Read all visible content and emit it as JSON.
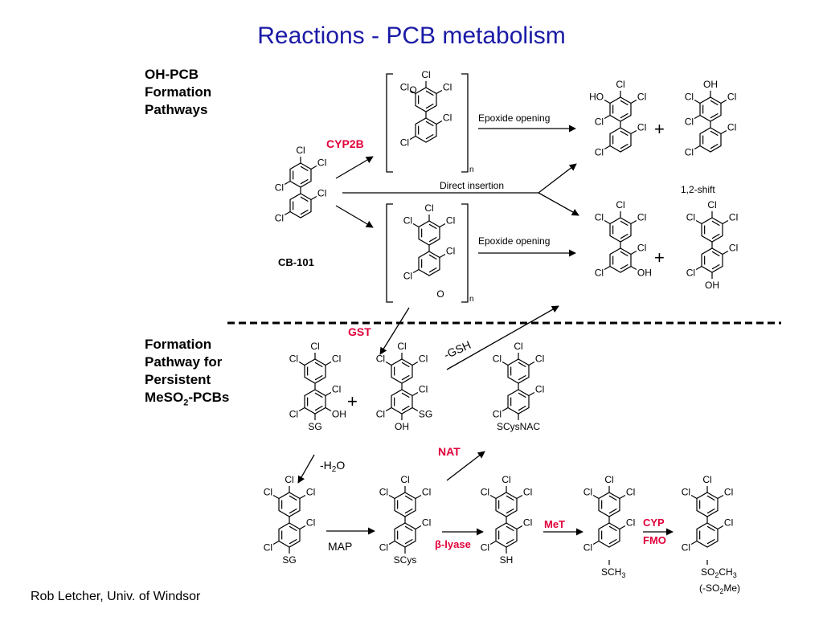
{
  "title": "Reactions - PCB metabolism",
  "sections": {
    "oh_pcb": [
      "OH-PCB",
      "Formation",
      "Pathways"
    ],
    "meso2": [
      "Formation",
      "Pathway for",
      "Persistent",
      "MeSO",
      "2",
      "-PCBs"
    ]
  },
  "credit": "Rob Letcher, Univ. of Windsor",
  "atoms": {
    "cl": "Cl",
    "o": "O",
    "ho": "HO",
    "oh": "OH",
    "sg": "SG",
    "sh": "SH",
    "scys": "SCys",
    "scysnac": "SCysNAC",
    "sch": "SCH",
    "three": "3",
    "so": "SO",
    "two": "2",
    "ch": "CH",
    "n": "n"
  },
  "labels": {
    "cb101": "CB-101",
    "epoxide_opening": "Epoxide opening",
    "direct_insertion": "Direct insertion",
    "shift": "1,2-shift",
    "gsh": "-GSH",
    "h2o_pre": "-H",
    "h2o_sub": "2",
    "h2o_post": "O",
    "map": "MAP",
    "plus": "+",
    "so2me_open": "(-SO",
    "so2me_sub": "2",
    "so2me_close": "Me)"
  },
  "enzymes": {
    "color": "#e0003a",
    "cyp2b": "CYP2B",
    "gst": "GST",
    "nat": "NAT",
    "beta": "β",
    "lyase": "-lyase",
    "met": "MeT",
    "cyp": "CYP",
    "fmo": "FMO"
  },
  "colors": {
    "title": "#1a1aa6",
    "enzyme": "#e0003a",
    "ink": "#000000"
  }
}
